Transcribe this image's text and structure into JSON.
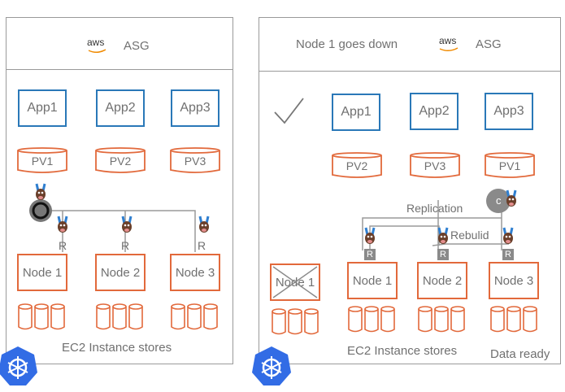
{
  "left_panel": {
    "aws_label": "aws",
    "asg_label": "ASG",
    "apps": [
      "App1",
      "App2",
      "App3"
    ],
    "pvs": [
      "PV1",
      "PV2",
      "PV3"
    ],
    "replica_labels": [
      "R",
      "R",
      "R"
    ],
    "nodes": [
      "Node 1",
      "Node 2",
      "Node 3"
    ],
    "footer": "EC2 Instance stores"
  },
  "right_panel": {
    "header": "Node 1 goes down",
    "aws_label": "aws",
    "asg_label": "ASG",
    "apps": [
      "App1",
      "App2",
      "App3"
    ],
    "pvs": [
      "PV2",
      "PV3",
      "PV1"
    ],
    "controller_label": "c",
    "replication_label": "Replication",
    "rebuild_label": "Rebulid",
    "replica_labels": [
      "R",
      "R",
      "R"
    ],
    "failed_node": "Node 1",
    "nodes": [
      "Node 1",
      "Node 2",
      "Node 3"
    ],
    "footer": "EC2 Instance stores",
    "status": "Data ready"
  },
  "colors": {
    "app_border": "#2a78b8",
    "storage_orange": "#e2693b",
    "line_gray": "#9a9a9a",
    "kubernetes_blue": "#326ce5"
  }
}
